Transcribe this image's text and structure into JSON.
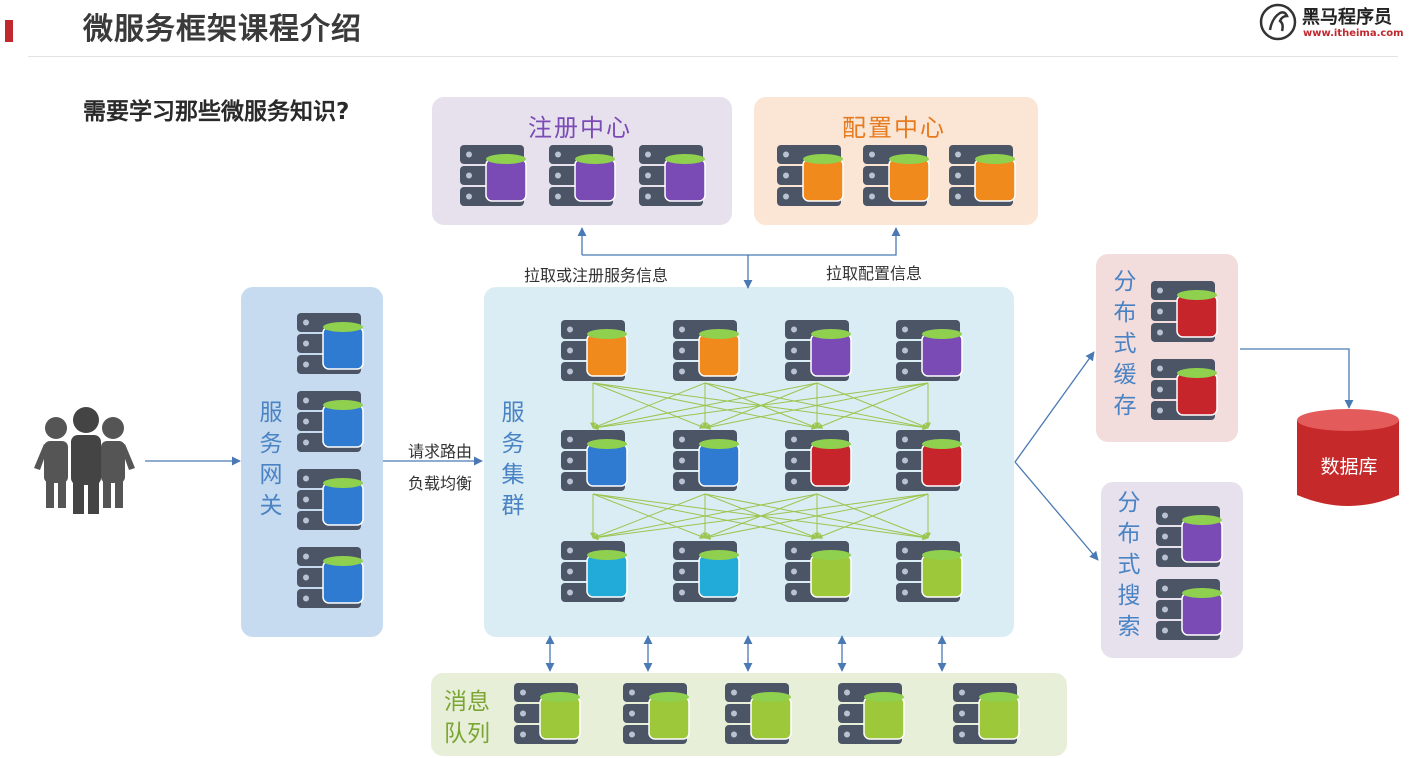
{
  "header": {
    "title": "微服务框架课程介绍",
    "logo_name": "黑马程序员",
    "logo_url": "www.itheima.com"
  },
  "subtitle": "需要学习那些微服务知识?",
  "panels": {
    "registry": {
      "title": "注册中心"
    },
    "config": {
      "title": "配置中心"
    },
    "gateway": {
      "label": "服务网关"
    },
    "cluster": {
      "label": "服务集群"
    },
    "cache": {
      "label": "分布式缓存"
    },
    "search": {
      "label": "分布式搜索"
    },
    "mq": {
      "label_line1": "消息",
      "label_line2": "队列"
    }
  },
  "edge_labels": {
    "pull_register": "拉取或注册服务信息",
    "pull_config": "拉取配置信息",
    "route": "请求路由",
    "balance": "负载均衡"
  },
  "database": {
    "label": "数据库"
  },
  "colors": {
    "accent": "#c0282d",
    "purple": "#7b4bb5",
    "orange": "#f08a1c",
    "blue": "#2f7bd1",
    "red": "#c6262b",
    "cyan": "#22aad8",
    "lime": "#9cc83a",
    "label_blue": "#4a83c4",
    "arrow": "#4a79b4",
    "mesh": "#9ac54e"
  },
  "icons": [
    "users-group-icon",
    "server-icon",
    "database-cylinder-icon",
    "logo-horse-icon"
  ]
}
